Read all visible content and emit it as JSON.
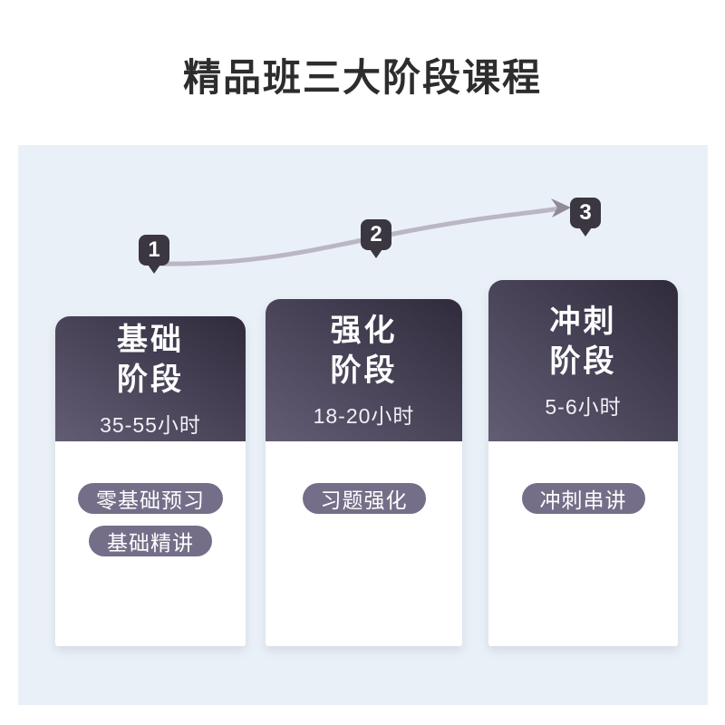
{
  "page": {
    "title": "精品班三大阶段课程"
  },
  "colors": {
    "panel_bg": "#eaf0f7",
    "header_gradient_dark": "#2f2b3c",
    "header_gradient_light": "#635d74",
    "tag_bg": "#746e88",
    "marker_bg": "#3a3740",
    "arrow_line": "#bab6c3",
    "arrow_head": "#8f8b99",
    "title_text": "#2d2d2d"
  },
  "stages": [
    {
      "number": "1",
      "title_line1": "基础",
      "title_line2": "阶段",
      "hours": "35-55小时",
      "tags": [
        "零基础预习",
        "基础精讲"
      ]
    },
    {
      "number": "2",
      "title_line1": "强化",
      "title_line2": "阶段",
      "hours": "18-20小时",
      "tags": [
        "习题强化"
      ]
    },
    {
      "number": "3",
      "title_line1": "冲刺",
      "title_line2": "阶段",
      "hours": "5-6小时",
      "tags": [
        "冲刺串讲"
      ]
    }
  ]
}
